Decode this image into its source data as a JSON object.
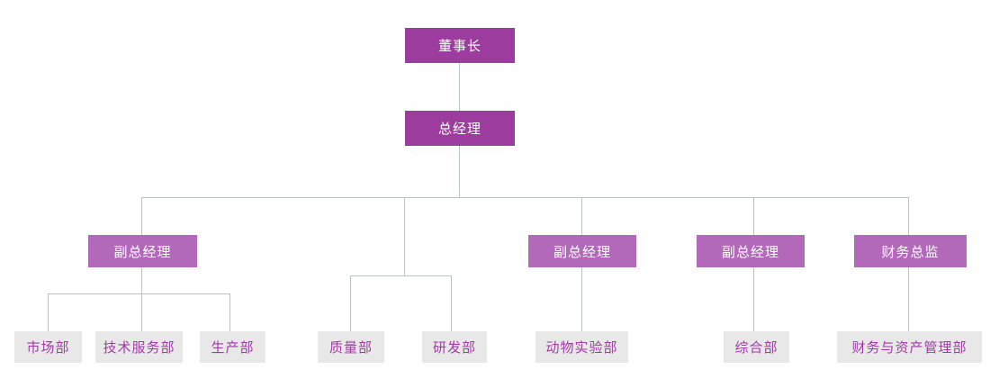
{
  "diagram": {
    "type": "org-chart",
    "background": "#ffffff",
    "colors": {
      "executive_box": "#9D3C9F",
      "manager_box": "#B369BA",
      "department_box": "#E8E8E8",
      "department_text": "#A13AA6",
      "executive_text": "#FFFFFF",
      "connector_line": "#B6C3CD"
    },
    "nodes": {
      "chairman": {
        "label": "董事长",
        "level": 1
      },
      "general_manager": {
        "label": "总经理",
        "level": 2,
        "reports_to": "董事长"
      },
      "managers": [
        {
          "label": "副总经理",
          "level": 3,
          "reports_to": "总经理"
        },
        {
          "label": "副总经理",
          "level": 3,
          "reports_to": "总经理"
        },
        {
          "label": "副总经理",
          "level": 3,
          "reports_to": "总经理"
        },
        {
          "label": "财务总监",
          "level": 3,
          "reports_to": "总经理"
        }
      ],
      "departments": [
        {
          "label": "市场部",
          "level": 4,
          "reports_to": "副总经理-1"
        },
        {
          "label": "技术服务部",
          "level": 4,
          "reports_to": "副总经理-1"
        },
        {
          "label": "生产部",
          "level": 4,
          "reports_to": "副总经理-1"
        },
        {
          "label": "质量部",
          "level": 4,
          "reports_to": "总经理"
        },
        {
          "label": "研发部",
          "level": 4,
          "reports_to": "总经理"
        },
        {
          "label": "动物实验部",
          "level": 4,
          "reports_to": "副总经理-2"
        },
        {
          "label": "综合部",
          "level": 4,
          "reports_to": "副总经理-3"
        },
        {
          "label": "财务与资产管理部",
          "level": 4,
          "reports_to": "财务总监"
        }
      ]
    }
  }
}
